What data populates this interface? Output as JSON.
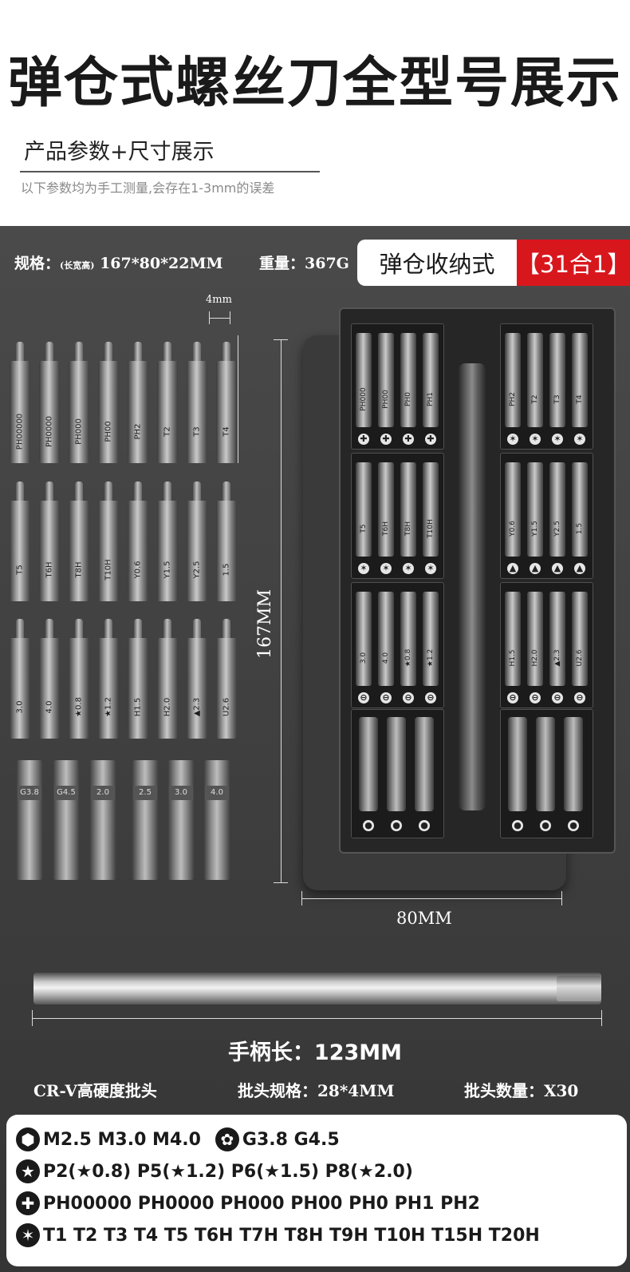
{
  "header": {
    "title": "弹仓式螺丝刀全型号展示",
    "subtitle": "产品参数+尺寸展示",
    "note": "以下参数均为手工测量,会存在1-3mm的误差"
  },
  "specs": {
    "size_label": "规格：",
    "size_hint": "(长宽高)",
    "size_value": "167*80*22MM",
    "weight_label": "重量：",
    "weight_value": "367G",
    "storage_type": "弹仓收纳式",
    "count_tag": "【31合1】"
  },
  "dimensions": {
    "bit_width": "4mm",
    "bit_length": "28mm",
    "case_height": "167MM",
    "case_width": "80MM",
    "handle_length": "手柄长：123MM"
  },
  "loose_bits": {
    "row1": [
      "PH00000",
      "PH0000",
      "PH000",
      "PH00",
      "PH2",
      "T2",
      "T3",
      "T4"
    ],
    "row2": [
      "T5",
      "T6H",
      "T8H",
      "T10H",
      "Y0.6",
      "Y1.5",
      "Y2.5",
      "1.5"
    ],
    "row3": [
      "3.0",
      "4.0",
      "★0.8",
      "★1.2",
      "H1.5",
      "H2.0",
      "▲2.3",
      "U2.6"
    ],
    "sockets": [
      "G3.8",
      "G4.5",
      "2.0",
      "2.5",
      "3.0",
      "4.0"
    ]
  },
  "tray": {
    "left_top": [
      "PH000",
      "PH00",
      "PH0",
      "PH1"
    ],
    "right_top": [
      "PH2",
      "T2",
      "T3",
      "T4"
    ],
    "left_mid": [
      "T5",
      "T6H",
      "T8H",
      "T10H"
    ],
    "right_mid": [
      "Y0.6",
      "Y1.5",
      "Y2.5",
      "1.5"
    ],
    "left_low": [
      "3.0",
      "4.0",
      "★0.8",
      "★1.2"
    ],
    "right_low": [
      "H1.5",
      "H2.0",
      "▲2.3",
      "U2.6"
    ]
  },
  "bottom": {
    "material": "CR-V高硬度批头",
    "bit_spec": "批头规格：28*4MM",
    "bit_count": "批头数量：X30"
  },
  "legend": {
    "hex_row_a": "M2.5 M3.0 M4.0",
    "hex_row_b": "G3.8 G4.5",
    "star_row": "P2(★0.8) P5(★1.2) P6(★1.5) P8(★2.0)",
    "cross_row": "PH00000 PH0000 PH000 PH00 PH0 PH1 PH2",
    "torx_row": "T1 T2 T3 T4 T5 T6H T7H T8H T9H T10H T15H T20H"
  },
  "colors": {
    "accent_red": "#d8171d",
    "panel_dark": "#3d3d3d"
  }
}
